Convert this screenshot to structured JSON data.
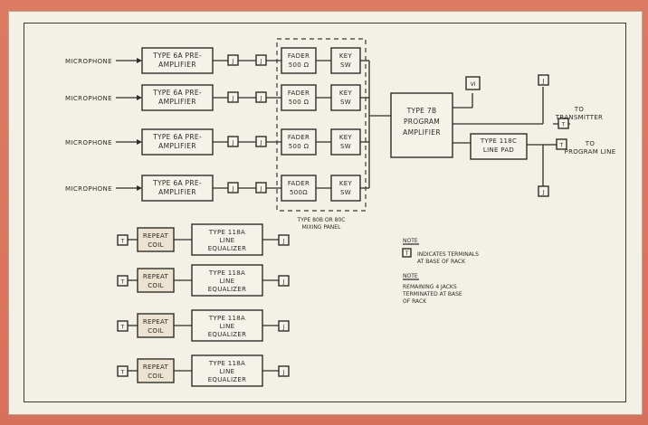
{
  "channels": [
    {
      "source": "MICROPHONE",
      "preamp": [
        "TYPE 6A PRE-",
        "AMPLIFIER"
      ],
      "fader": [
        "FADER",
        "500 Ω"
      ],
      "key": [
        "KEY",
        "SW"
      ]
    },
    {
      "source": "MICROPHONE",
      "preamp": [
        "TYPE 6A PRE-",
        "AMPLIFIER"
      ],
      "fader": [
        "FADER",
        "500 Ω"
      ],
      "key": [
        "KEY",
        "SW"
      ]
    },
    {
      "source": "MICROPHONE",
      "preamp": [
        "TYPE 6A PRE-",
        "AMPLIFIER"
      ],
      "fader": [
        "FADER",
        "500 Ω"
      ],
      "key": [
        "KEY",
        "SW"
      ]
    },
    {
      "source": "MICROPHONE",
      "preamp": [
        "TYPE 6A PRE-",
        "AMPLIFIER"
      ],
      "fader": [
        "FADER",
        "500Ω"
      ],
      "key": [
        "KEY",
        "SW"
      ]
    }
  ],
  "jack": "J",
  "terminal": "T",
  "mixing_panel": [
    "TYPE 80B OR 80C",
    "MIXING PANEL"
  ],
  "program_amp": [
    "TYPE 7B",
    "PROGRAM",
    "AMPLIFIER"
  ],
  "vi": "VI",
  "line_pad": [
    "TYPE 118C",
    "LINE PAD"
  ],
  "outputs": {
    "transmitter": [
      "TO",
      "TRANSMITTER"
    ],
    "program_line": [
      "TO",
      "PROGRAM LINE"
    ]
  },
  "line_inputs": [
    {
      "coil": [
        "REPEAT",
        "COIL"
      ],
      "equalizer": [
        "TYPE 118A",
        "LINE",
        "EQUALIZER"
      ]
    },
    {
      "coil": [
        "REPEAT",
        "COIL"
      ],
      "equalizer": [
        "TYPE 118A",
        "LINE",
        "EQUALIZER"
      ]
    },
    {
      "coil": [
        "REPEAT",
        "COIL"
      ],
      "equalizer": [
        "TYPE 118A",
        "LINE",
        "EQUALIZER"
      ]
    },
    {
      "coil": [
        "REPEAT",
        "COIL"
      ],
      "equalizer": [
        "TYPE 118A",
        "LINE",
        "EQUALIZER"
      ]
    }
  ],
  "notes": [
    {
      "heading": "NOTE",
      "lines": [
        "INDICATES TERMINALS",
        "AT BASE OF RACK"
      ]
    },
    {
      "heading": "NOTE",
      "lines": [
        "REMAINING 4 JACKS",
        "TERMINATED AT BASE",
        "OF RACK"
      ]
    }
  ]
}
